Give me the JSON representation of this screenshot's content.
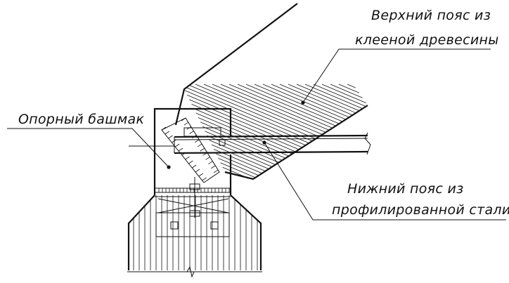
{
  "labels": {
    "top_chord_line1": "Верхний пояс из",
    "top_chord_line2": "клееной древесины",
    "support_shoe": "Опорный башмак",
    "bottom_chord_line1": "Нижний пояс из",
    "bottom_chord_line2": "профилированной стали"
  },
  "colors": {
    "line": "#111111",
    "background": "#ffffff"
  }
}
